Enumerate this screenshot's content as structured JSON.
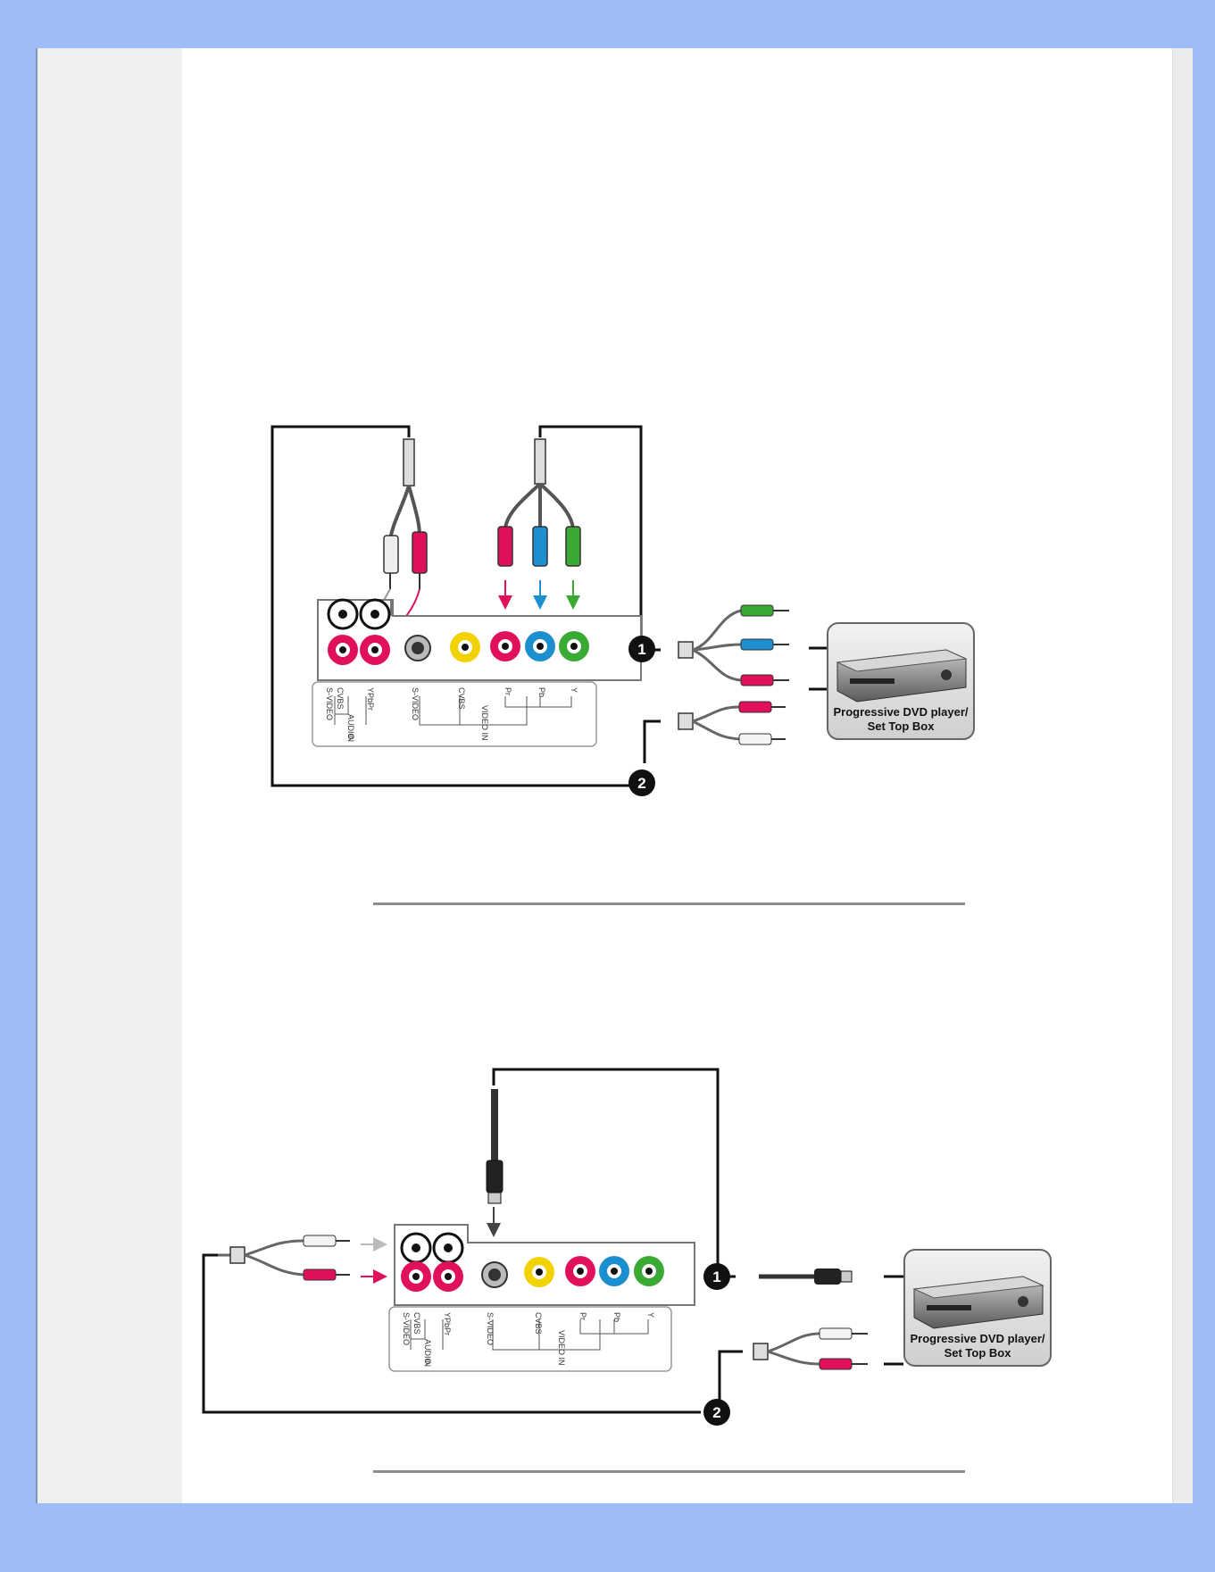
{
  "colors": {
    "frame": "#9ebcf5",
    "page": "#ffffff",
    "sidebar": "#efefef",
    "jack_red": "#e0105a",
    "jack_blue": "#1d8fcf",
    "jack_green": "#3aaa35",
    "jack_yellow": "#f2d200",
    "divider": "#8c8c8c"
  },
  "diagram1": {
    "device_line1": "Progressive DVD player/",
    "device_line2": "Set Top Box",
    "step1": "1",
    "step2": "2",
    "audio_labels": [
      "S-VIDEO",
      "CVBS",
      "AUDIO",
      "YPbPr",
      "IN"
    ],
    "video_labels": [
      "S-VIDEO",
      "CVBS",
      "Pr",
      "Pb",
      "Y",
      "VIDEO IN"
    ]
  },
  "diagram2": {
    "device_line1": "Progressive DVD player/",
    "device_line2": "Set Top Box",
    "step1": "1",
    "step2": "2",
    "audio_labels": [
      "S-VIDEO",
      "CVBS",
      "AUDIO",
      "YPbPr",
      "IN"
    ],
    "video_labels": [
      "S-VIDEO",
      "CVBS",
      "Pr",
      "Pb",
      "Y",
      "VIDEO IN"
    ]
  }
}
